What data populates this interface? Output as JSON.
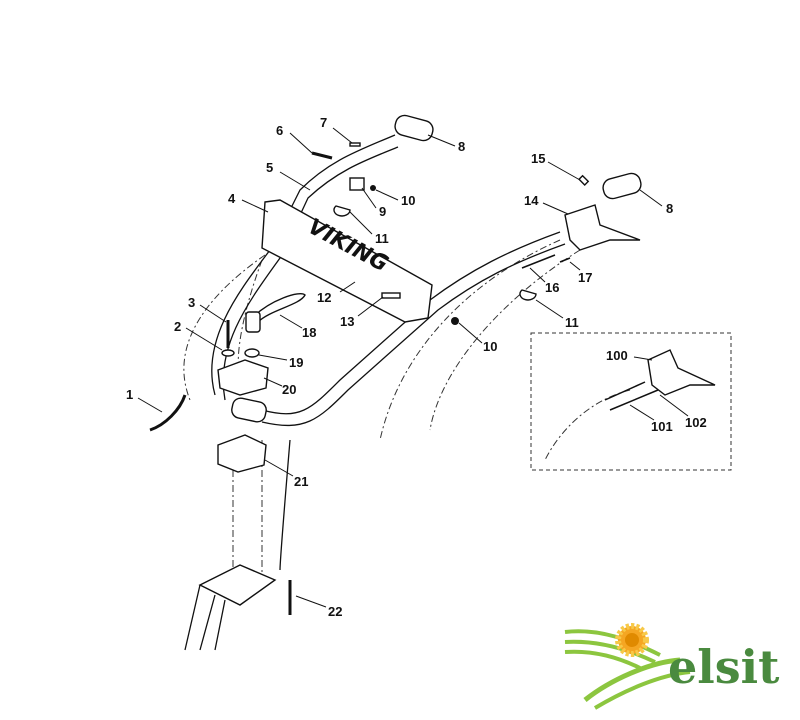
{
  "diagram": {
    "brand_on_panel": "VIKING",
    "callouts": {
      "c1": "1",
      "c2": "2",
      "c3": "3",
      "c4": "4",
      "c5": "5",
      "c6": "6",
      "c7": "7",
      "c8a": "8",
      "c8b": "8",
      "c9": "9",
      "c10a": "10",
      "c10b": "10",
      "c11a": "11",
      "c11b": "11",
      "c12": "12",
      "c13": "13",
      "c14": "14",
      "c15": "15",
      "c16": "16",
      "c17": "17",
      "c18": "18",
      "c19": "19",
      "c20": "20",
      "c21": "21",
      "c22": "22",
      "c100": "100",
      "c101": "101",
      "c102": "102"
    }
  },
  "watermark": {
    "text": "elsit",
    "colors": {
      "green_dark": "#4a8a3f",
      "green_light": "#8cc63f",
      "flower": "#f5a623"
    }
  }
}
